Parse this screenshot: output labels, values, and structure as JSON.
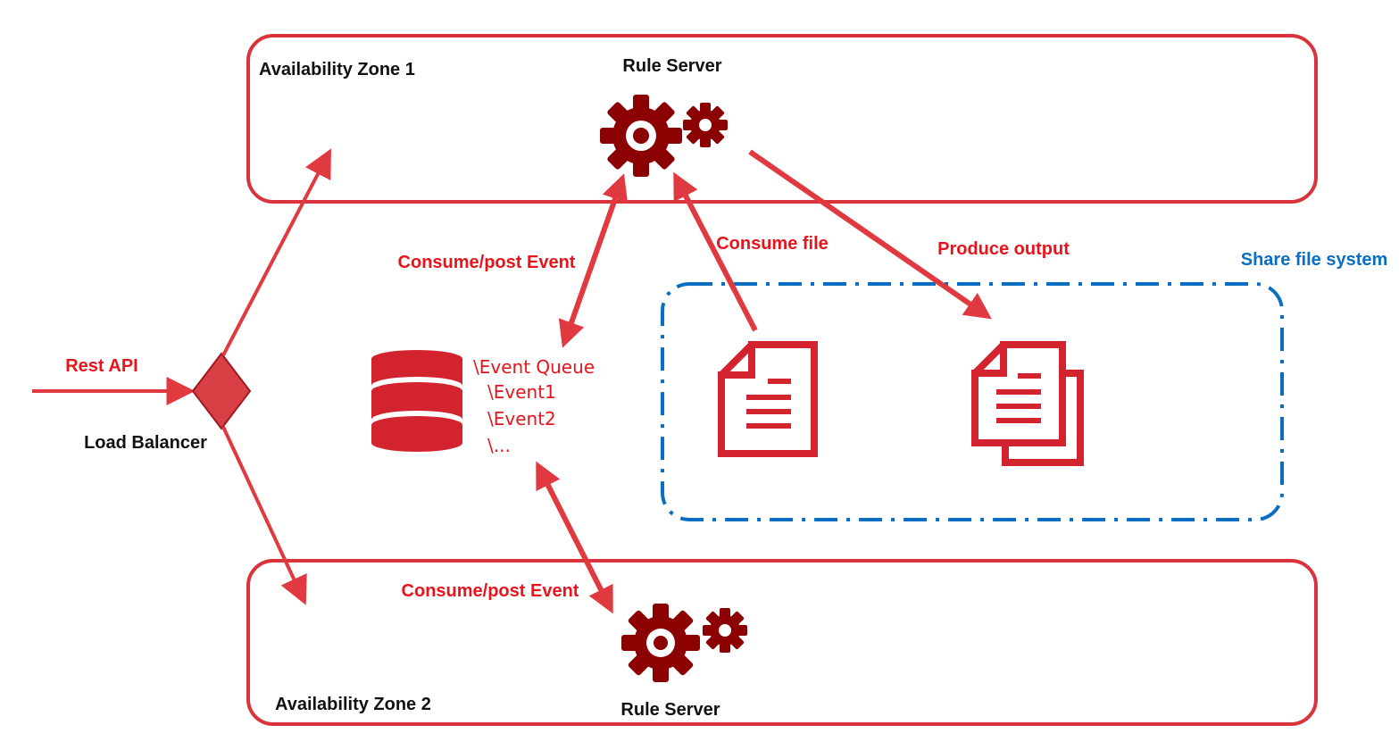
{
  "zones": {
    "zone1": {
      "label": "Availability Zone 1",
      "server_label": "Rule Server"
    },
    "zone2": {
      "label": "Availability Zone 2",
      "server_label": "Rule Server"
    }
  },
  "load_balancer": {
    "label": "Load Balancer",
    "input_label": "Rest API"
  },
  "queue": {
    "title": "\\Event Queue",
    "items": [
      "\\Event1",
      "\\Event2",
      "\\..."
    ]
  },
  "edges": {
    "consume_post_top": "Consume/post Event",
    "consume_post_bottom": "Consume/post Event",
    "consume_file": "Consume file",
    "produce_output": "Produce output"
  },
  "file_system": {
    "label": "Share file system"
  },
  "icons": {
    "server": "gear-icon",
    "database": "database-icon",
    "input_file": "document-icon",
    "output_files": "documents-icon",
    "load_balancer": "diamond-icon"
  },
  "colors": {
    "zone_border": "#d9333c",
    "arrow": "#e0393f",
    "gear": "#8b0000",
    "database": "#d3232e",
    "document": "#d3232e",
    "file_system_border": "#0a6fc2",
    "label_red": "#e8141c",
    "label_blue": "#0a6fc2"
  }
}
